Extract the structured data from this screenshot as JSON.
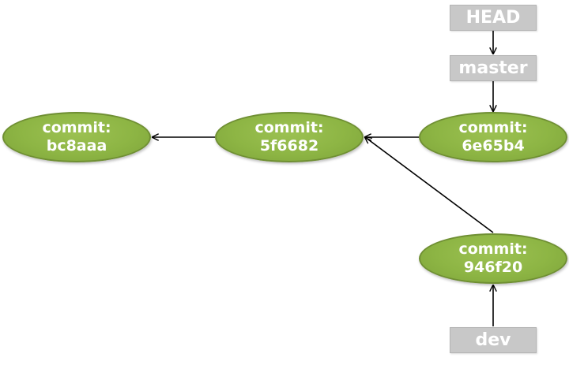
{
  "refs": {
    "head": "HEAD",
    "master": "master",
    "dev": "dev"
  },
  "commits": [
    {
      "label": "commit:",
      "hash": "bc8aaa"
    },
    {
      "label": "commit:",
      "hash": "5f6682"
    },
    {
      "label": "commit:",
      "hash": "6e65b4"
    },
    {
      "label": "commit:",
      "hash": "946f20"
    }
  ],
  "edges": [
    {
      "from": "6e65b4",
      "to": "5f6682"
    },
    {
      "from": "5f6682",
      "to": "bc8aaa"
    },
    {
      "from": "946f20",
      "to": "5f6682"
    },
    {
      "from": "HEAD",
      "to": "master"
    },
    {
      "from": "master",
      "to": "6e65b4"
    },
    {
      "from": "dev",
      "to": "946f20"
    }
  ],
  "colors": {
    "commit_fill": "#8db544",
    "commit_border": "#6f8f33",
    "ref_fill": "#c8c8c8",
    "arrow": "#000000",
    "text": "#ffffff"
  }
}
